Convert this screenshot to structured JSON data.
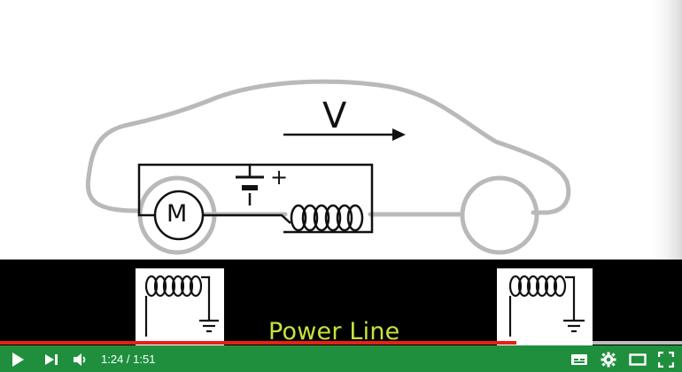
{
  "video": {
    "velocity_label": "V",
    "motor_label": "M",
    "battery_plus_label": "+",
    "power_line_label": "Power Line"
  },
  "player": {
    "current_time": "1:24",
    "separator": " / ",
    "duration": "1:51",
    "played_fraction": 0.757,
    "buffered_fraction": 1.0,
    "progress_color": "#e62117",
    "controls_bg": "#1f8f3e",
    "controls_icons": [
      "play-icon",
      "next-icon",
      "volume-icon",
      "subtitles-icon",
      "settings-icon",
      "theater-icon",
      "fullscreen-icon"
    ]
  }
}
